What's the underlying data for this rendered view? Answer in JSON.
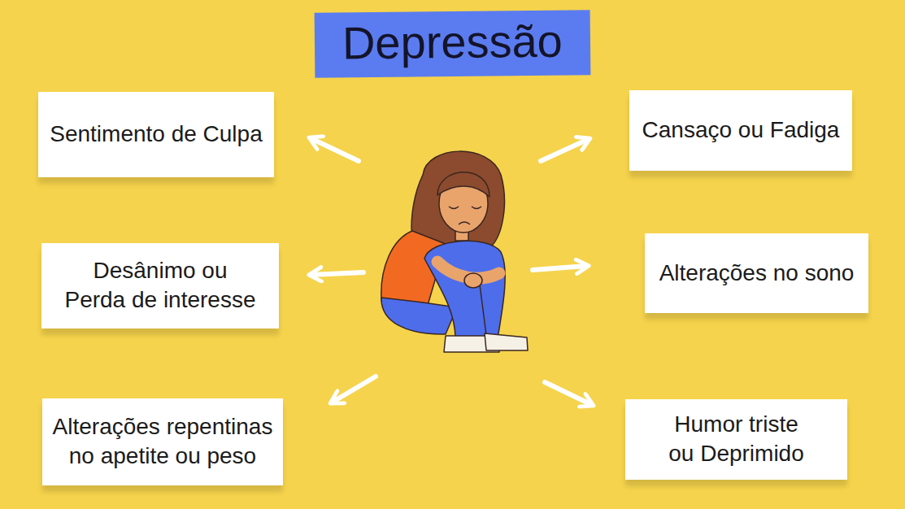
{
  "diagram": {
    "title": "Depressão",
    "nodes": [
      {
        "text": [
          "Sentimento de Culpa"
        ]
      },
      {
        "text": [
          "Cansaço ou Fadiga"
        ]
      },
      {
        "text": [
          "Desânimo ou Perda de interesse"
        ]
      },
      {
        "text": [
          "Alterações no sono"
        ]
      },
      {
        "text": [
          "Alterações repentinas no apetite ou peso"
        ]
      },
      {
        "text": [
          "Humor triste ou Deprimido"
        ]
      }
    ]
  }
}
